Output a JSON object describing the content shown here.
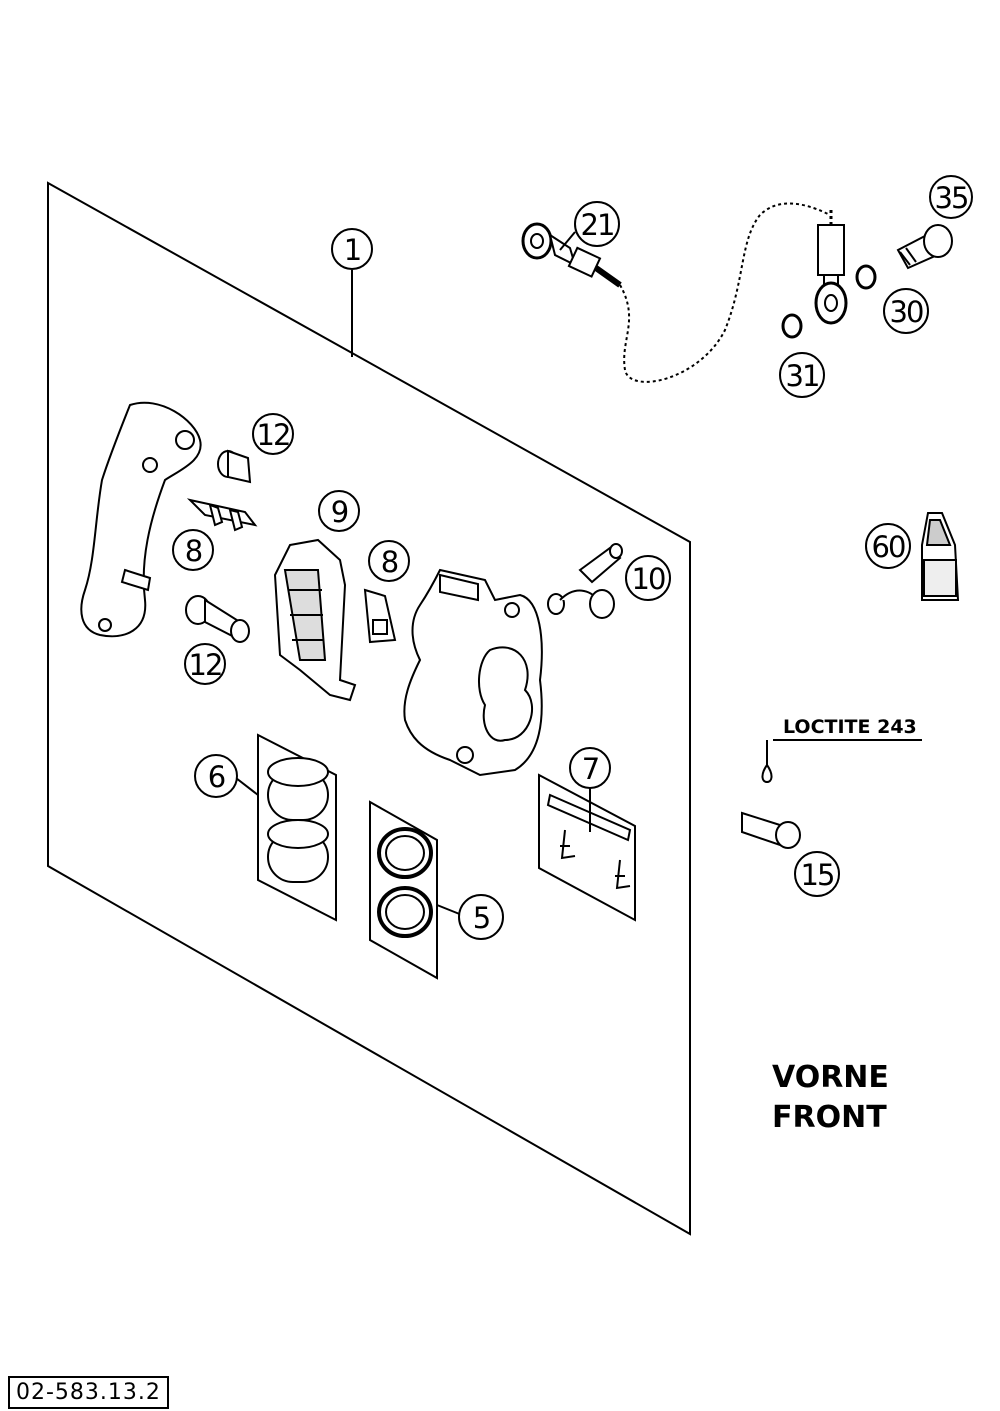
{
  "callouts": [
    {
      "id": "c1",
      "label": "1"
    },
    {
      "id": "c21",
      "label": "21"
    },
    {
      "id": "c35",
      "label": "35"
    },
    {
      "id": "c30",
      "label": "30"
    },
    {
      "id": "c31",
      "label": "31"
    },
    {
      "id": "c12a",
      "label": "12"
    },
    {
      "id": "c8a",
      "label": "8"
    },
    {
      "id": "c9",
      "label": "9"
    },
    {
      "id": "c8b",
      "label": "8"
    },
    {
      "id": "c10",
      "label": "10"
    },
    {
      "id": "c12b",
      "label": "12"
    },
    {
      "id": "c60",
      "label": "60"
    },
    {
      "id": "c6",
      "label": "6"
    },
    {
      "id": "c7",
      "label": "7"
    },
    {
      "id": "c5",
      "label": "5"
    },
    {
      "id": "c15",
      "label": "15"
    }
  ],
  "labels": {
    "loctite": "LOCTITE 243",
    "front_de": "VORNE",
    "front_en": "FRONT",
    "diagram_code": "02-583.13.2"
  }
}
